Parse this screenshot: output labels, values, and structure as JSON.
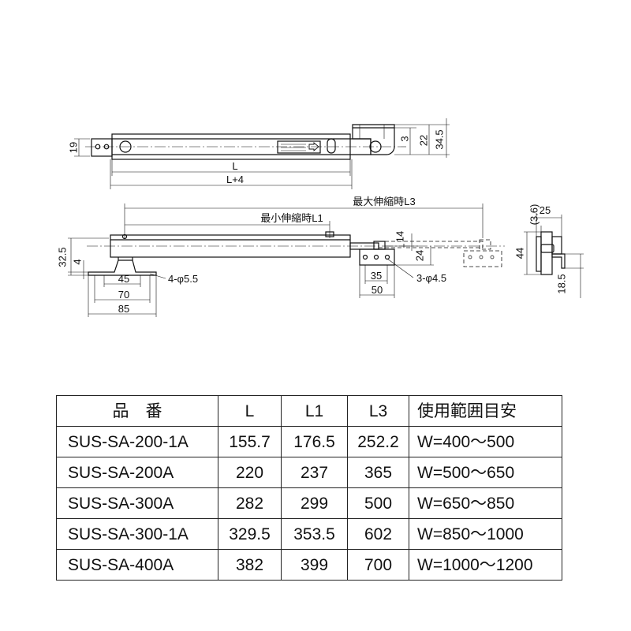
{
  "top_view": {
    "dims": {
      "height": "19",
      "l": "L",
      "l_plus_4": "L+4",
      "d3": "3",
      "d22": "22",
      "d34_5": "34.5"
    }
  },
  "side_view": {
    "max_extension": "最大伸縮時L3",
    "min_extension": "最小伸縮時L1",
    "d32_5": "32.5",
    "d4": "4",
    "d45": "45",
    "d70": "70",
    "d85": "85",
    "holes_left": "4-φ5.5",
    "d14": "14",
    "d24": "24",
    "d35": "35",
    "d50": "50",
    "holes_right": "3-φ4.5"
  },
  "end_view": {
    "d3_6": "(3.6)",
    "d25": "25",
    "d44": "44",
    "d18_5": "18.5"
  },
  "spec_table": {
    "headers": [
      "品　番",
      "L",
      "L1",
      "L3",
      "使用範囲目安"
    ],
    "rows": [
      [
        "SUS-SA-200-1A",
        "155.7",
        "176.5",
        "252.2",
        "W=400～500"
      ],
      [
        "SUS-SA-200A",
        "220",
        "237",
        "365",
        "W=500～650"
      ],
      [
        "SUS-SA-300A",
        "282",
        "299",
        "500",
        "W=650～850"
      ],
      [
        "SUS-SA-300-1A",
        "329.5",
        "353.5",
        "602",
        "W=850～1000"
      ],
      [
        "SUS-SA-400A",
        "382",
        "399",
        "700",
        "W=1000～1200"
      ]
    ]
  }
}
